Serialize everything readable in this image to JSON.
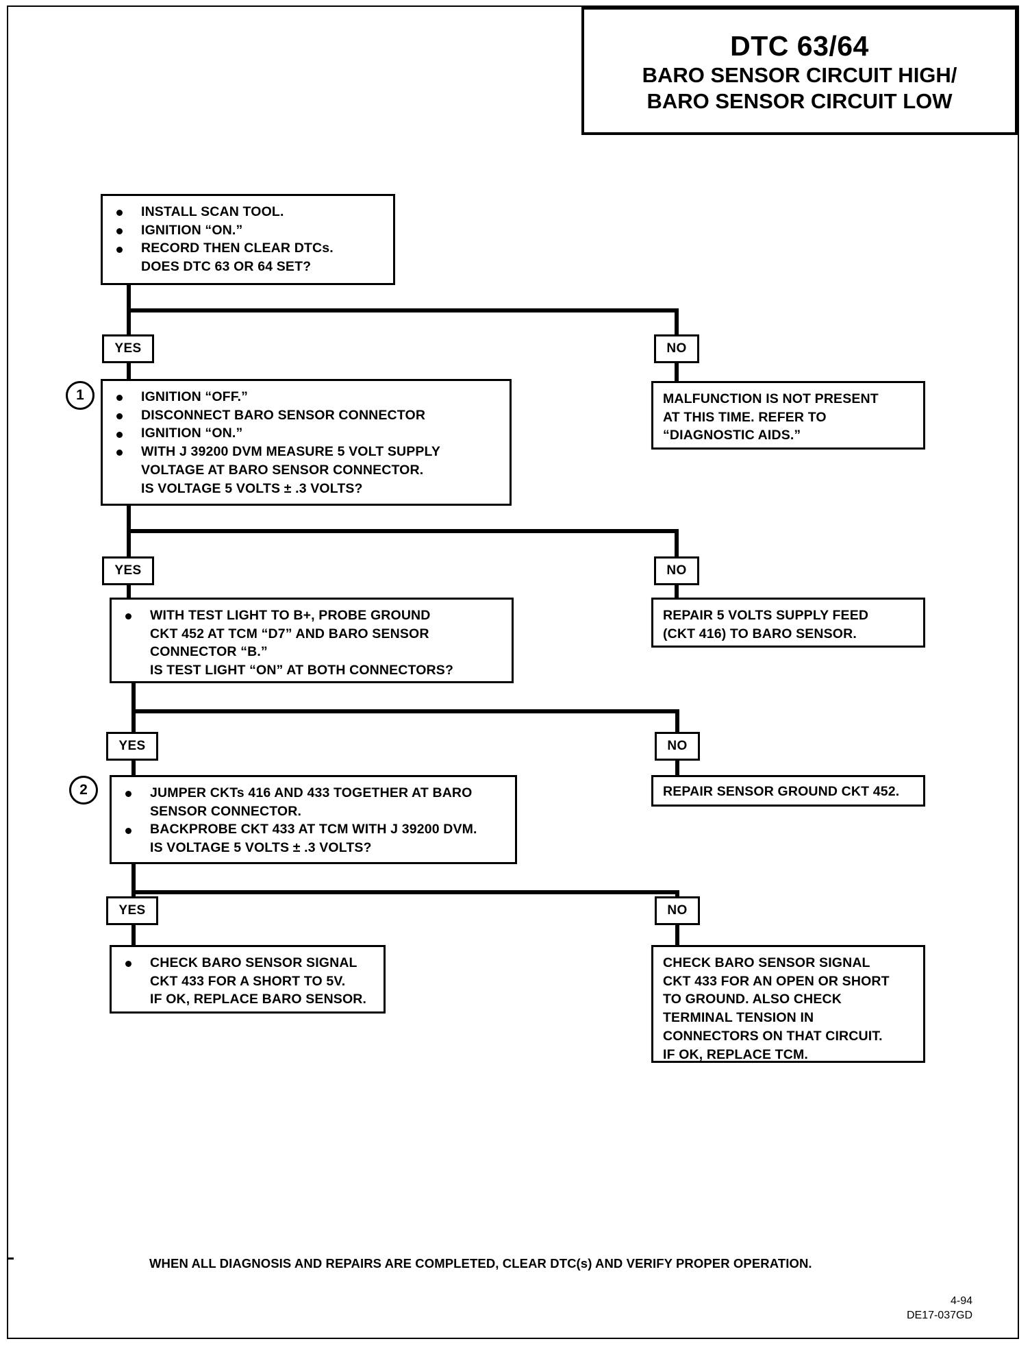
{
  "document": {
    "title_code": "DTC 63/64",
    "title_line1": "BARO SENSOR CIRCUIT HIGH/",
    "title_line2": "BARO SENSOR CIRCUIT LOW",
    "footer_note": "WHEN ALL DIAGNOSIS AND REPAIRS ARE COMPLETED, CLEAR DTC(s) AND VERIFY PROPER OPERATION.",
    "page_number": "4-94",
    "figure_id": "DE17-037GD"
  },
  "labels": {
    "yes": "YES",
    "no": "NO",
    "step1": "1",
    "step2": "2"
  },
  "boxes": {
    "start": {
      "lines": [
        "INSTALL SCAN TOOL.",
        "IGNITION “ON.”",
        "RECORD THEN CLEAR DTCs.",
        "DOES DTC 63 OR 64 SET?"
      ]
    },
    "step1": {
      "lines": [
        "IGNITION “OFF.”",
        "DISCONNECT BARO SENSOR CONNECTOR",
        "IGNITION “ON.”",
        "WITH J 39200 DVM MEASURE 5 VOLT SUPPLY",
        "VOLTAGE AT BARO SENSOR CONNECTOR.",
        "IS VOLTAGE 5 VOLTS ± .3 VOLTS?"
      ]
    },
    "malfunction": {
      "lines": [
        "MALFUNCTION IS NOT PRESENT",
        "AT THIS TIME. REFER TO",
        "“DIAGNOSTIC AIDS.”"
      ]
    },
    "testlight": {
      "lines": [
        "WITH TEST LIGHT TO B+, PROBE GROUND",
        "CKT 452 AT TCM “D7” AND BARO SENSOR",
        "CONNECTOR “B.”",
        "IS TEST LIGHT “ON” AT BOTH CONNECTORS?"
      ]
    },
    "repair_feed": {
      "lines": [
        "REPAIR 5 VOLTS SUPPLY FEED",
        "(CKT 416) TO BARO SENSOR."
      ]
    },
    "step2": {
      "lines": [
        "JUMPER CKTs 416 AND 433 TOGETHER AT BARO",
        "SENSOR CONNECTOR.",
        "BACKPROBE CKT 433 AT TCM WITH J 39200 DVM.",
        "IS VOLTAGE 5 VOLTS ± .3 VOLTS?"
      ]
    },
    "repair_ground": {
      "lines": [
        "REPAIR SENSOR GROUND CKT 452."
      ]
    },
    "check_short_5v": {
      "lines": [
        "CHECK BARO SENSOR SIGNAL",
        "CKT 433 FOR A SHORT TO 5V.",
        "IF OK, REPLACE BARO SENSOR."
      ]
    },
    "check_open_ground": {
      "lines": [
        "CHECK BARO SENSOR SIGNAL",
        "CKT 433 FOR AN OPEN OR SHORT",
        "TO GROUND. ALSO CHECK",
        "TERMINAL TENSION IN",
        "CONNECTORS ON THAT CIRCUIT.",
        "IF OK, REPLACE TCM."
      ]
    }
  }
}
